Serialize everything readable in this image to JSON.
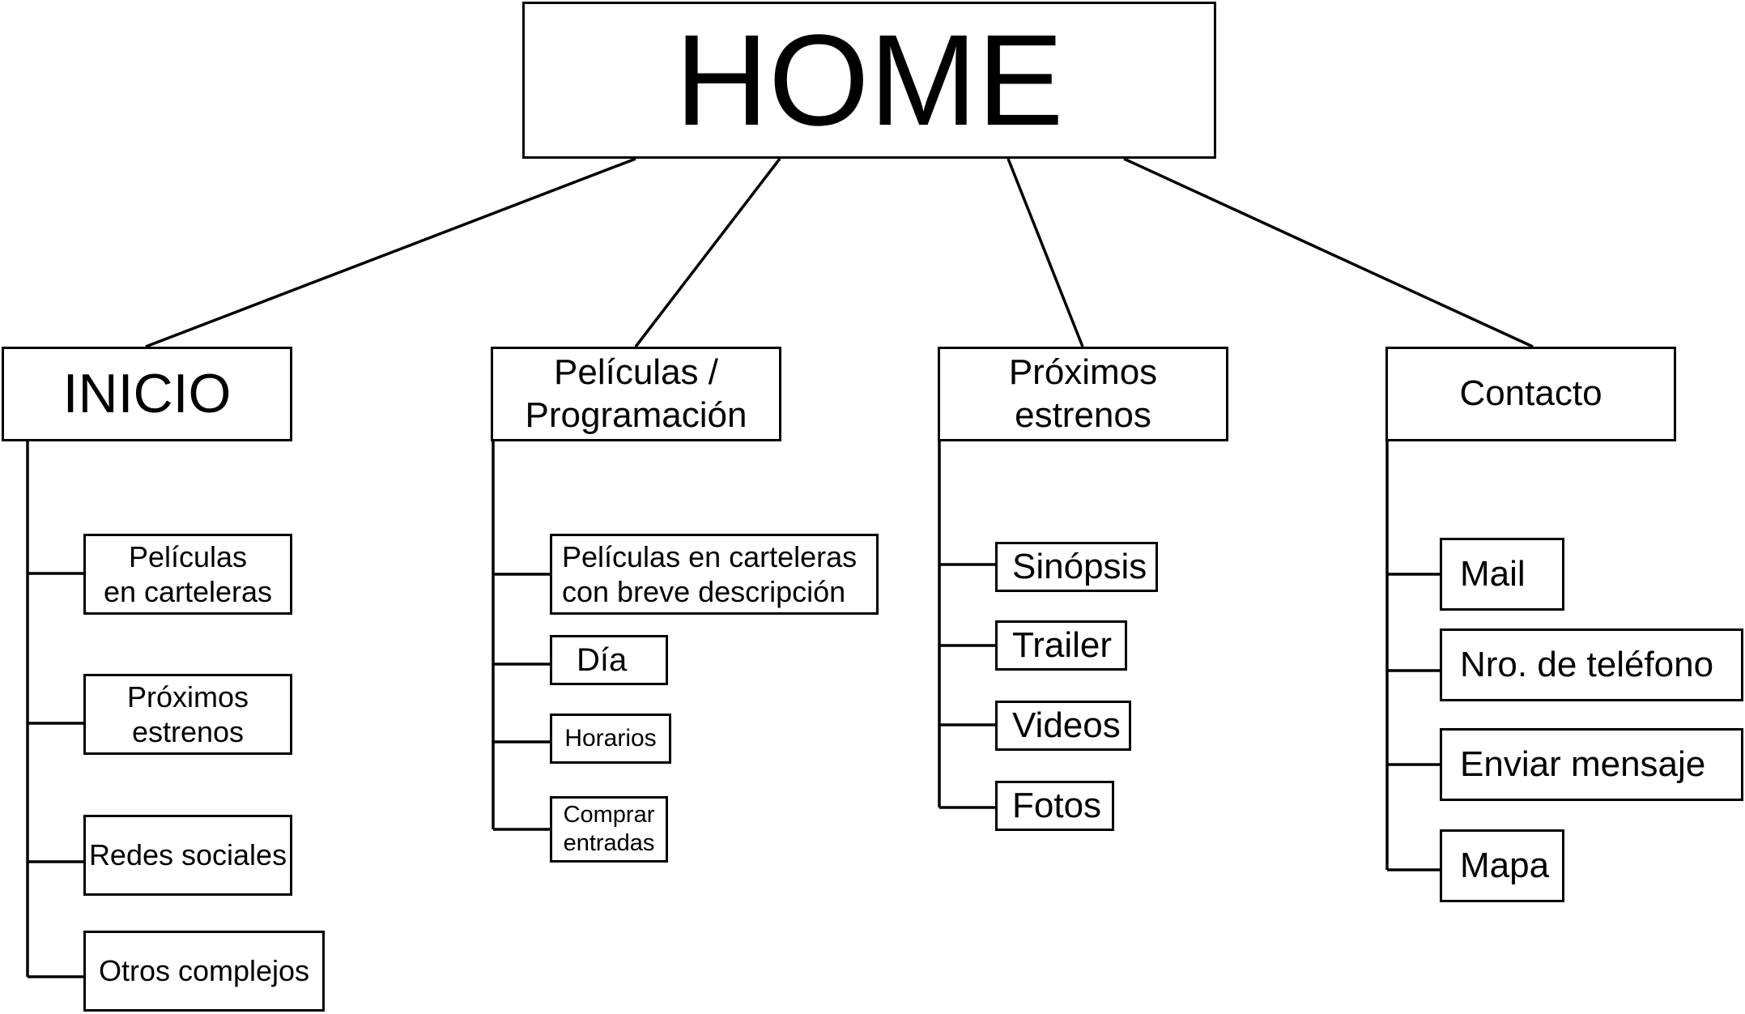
{
  "root": {
    "label": "HOME"
  },
  "sections": [
    {
      "label": "INICIO",
      "children": [
        "Películas\nen carteleras",
        "Próximos\nestrenos",
        "Redes sociales",
        "Otros complejos"
      ]
    },
    {
      "label": "Películas /\nProgramación",
      "children": [
        "Películas en carteleras\ncon breve descripción",
        "Día",
        "Horarios",
        "Comprar\nentradas"
      ]
    },
    {
      "label": "Próximos\nestrenos",
      "children": [
        "Sinópsis",
        "Trailer",
        "Videos",
        "Fotos"
      ]
    },
    {
      "label": "Contacto",
      "children": [
        "Mail",
        "Nro. de teléfono",
        "Enviar mensaje",
        "Mapa"
      ]
    }
  ]
}
